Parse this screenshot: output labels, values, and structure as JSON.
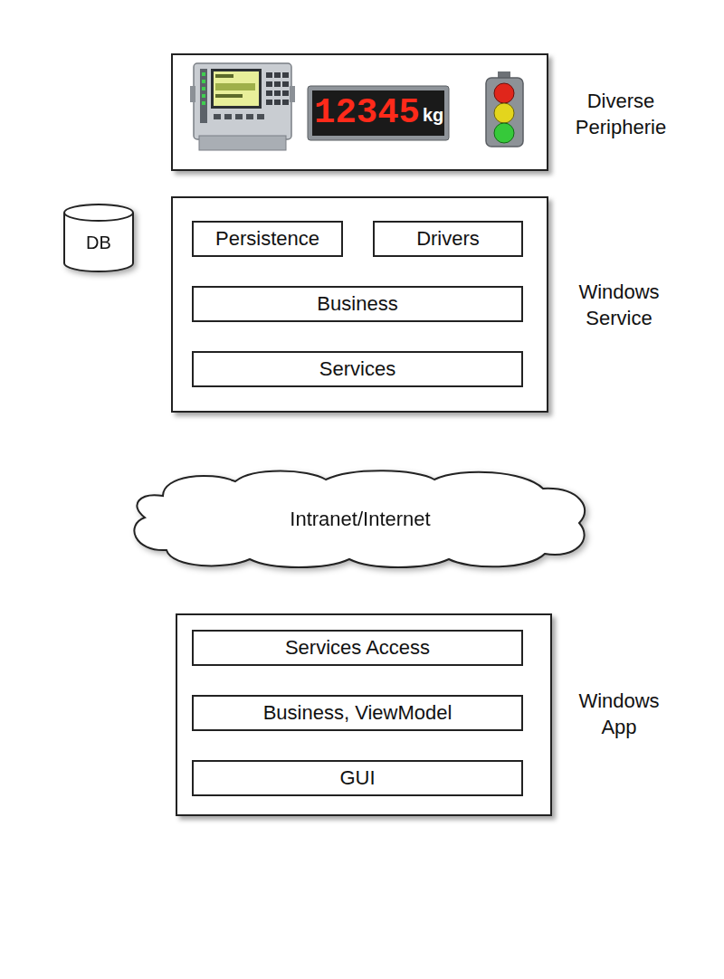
{
  "diagram": {
    "nodes": [
      {
        "text": [
          "Diverse Peripherie"
        ]
      },
      {
        "text": [
          "DB"
        ]
      },
      {
        "text": [
          "Windows Service"
        ]
      },
      {
        "text": [
          "Persistence"
        ],
        "in": 2
      },
      {
        "text": [
          "Drivers"
        ],
        "in": 2
      },
      {
        "text": [
          "Business"
        ],
        "in": 2
      },
      {
        "text": [
          "Services"
        ],
        "in": 2
      },
      {
        "text": [
          "Intranet/Internet"
        ]
      },
      {
        "text": [
          "Windows App"
        ]
      },
      {
        "text": [
          "Services Access"
        ],
        "in": 8
      },
      {
        "text": [
          "Business, ViewModel"
        ],
        "in": 8
      },
      {
        "text": [
          "GUI"
        ],
        "in": 8
      }
    ],
    "edges": [],
    "labels": [
      "12345",
      "kg"
    ]
  }
}
